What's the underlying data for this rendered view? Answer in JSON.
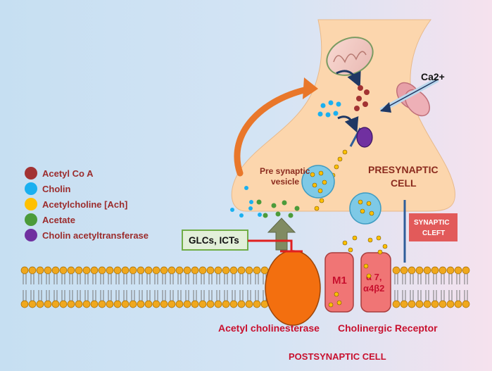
{
  "legend": {
    "items": [
      {
        "label": "Acetyl Co A",
        "color": "#a23333"
      },
      {
        "label": "Cholin",
        "color": "#1ab0f0"
      },
      {
        "label": "Acetylcholine [Ach]",
        "color": "#ffc000"
      },
      {
        "label": "Acetate",
        "color": "#4c9b3a"
      },
      {
        "label": "Cholin acetyltransferase",
        "color": "#7030a0"
      }
    ]
  },
  "labels": {
    "calcium": "Ca2+",
    "presynaptic_cell_line1": "PRESYNAPTIC",
    "presynaptic_cell_line2": "CELL",
    "pre_synaptic_vesicle_line1": "Pre synaptic",
    "pre_synaptic_vesicle_line2": "vesicle",
    "synaptic_cleft_line1": "SYNAPTIC",
    "synaptic_cleft_line2": "CLEFT",
    "inhibitors": "GLCs, ICTs",
    "m1_receptor": "M1",
    "alpha_receptor_line1": "α 7,",
    "alpha_receptor_line2": "α4β2",
    "acetyl_cholinesterase": "Acetyl cholinesterase",
    "cholinergic_receptor": "Cholinergic Receptor",
    "postsynaptic_cell": "POSTSYNAPTIC CELL"
  },
  "colors": {
    "background_left": "#c6dff2",
    "background_right": "#f6e2ee",
    "presynaptic": "#fcd6ad",
    "vesicle": "#7ec9e6",
    "membrane_head": "#f0a81e",
    "enzyme": "#f36f0f",
    "receptor": "#f07575",
    "cleft_box": "#e25a5a",
    "inhibitor_box": "#e2efd9",
    "arrow_orange": "#e9772a"
  }
}
